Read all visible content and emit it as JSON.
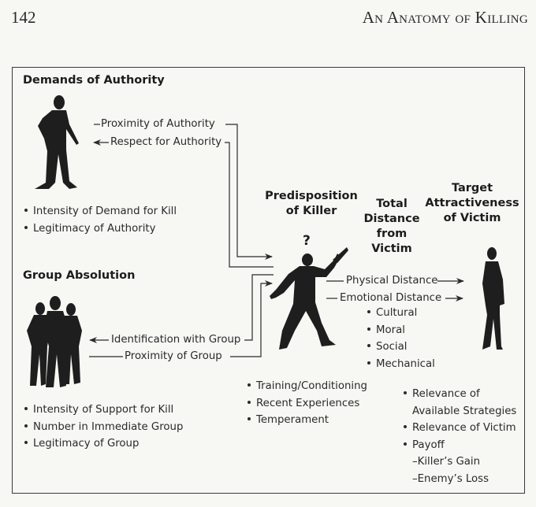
{
  "page": {
    "number": "142",
    "running_head": "An Anatomy of Killing"
  },
  "authority": {
    "heading": "Demands of Authority",
    "arrows": [
      "Proximity of Authority",
      "Respect for Authority"
    ],
    "bullets": [
      "Intensity of Demand for Kill",
      "Legitimacy of Authority"
    ]
  },
  "group": {
    "heading": "Group Absolution",
    "arrows": [
      "Identification with Group",
      "Proximity of Group"
    ],
    "bullets": [
      "Intensity of Support for Kill",
      "Number in Immediate Group",
      "Legitimacy of Group"
    ]
  },
  "killer": {
    "heading_line1": "Predisposition",
    "heading_line2": "of Killer",
    "question_mark": "?",
    "bullets": [
      "Training/Conditioning",
      "Recent Experiences",
      "Temperament"
    ]
  },
  "distance": {
    "heading_lines": [
      "Total",
      "Distance",
      "from",
      "Victim"
    ],
    "arrows": [
      "Physical Distance",
      "Emotional Distance"
    ],
    "bullets": [
      "Cultural",
      "Moral",
      "Social",
      "Mechanical"
    ]
  },
  "target": {
    "heading_lines": [
      "Target",
      "Attractiveness",
      "of Victim"
    ],
    "bullets": [
      "Relevance of",
      "Available Strategies",
      "Relevance of Victim",
      "Payoff"
    ],
    "sub_items": [
      "–Killer’s Gain",
      "–Enemy’s Loss"
    ]
  },
  "icons": [
    "authority-figure-silhouette",
    "group-silhouette",
    "killer-with-gun-silhouette",
    "victim-silhouette",
    "arrow-right",
    "arrow-left"
  ]
}
